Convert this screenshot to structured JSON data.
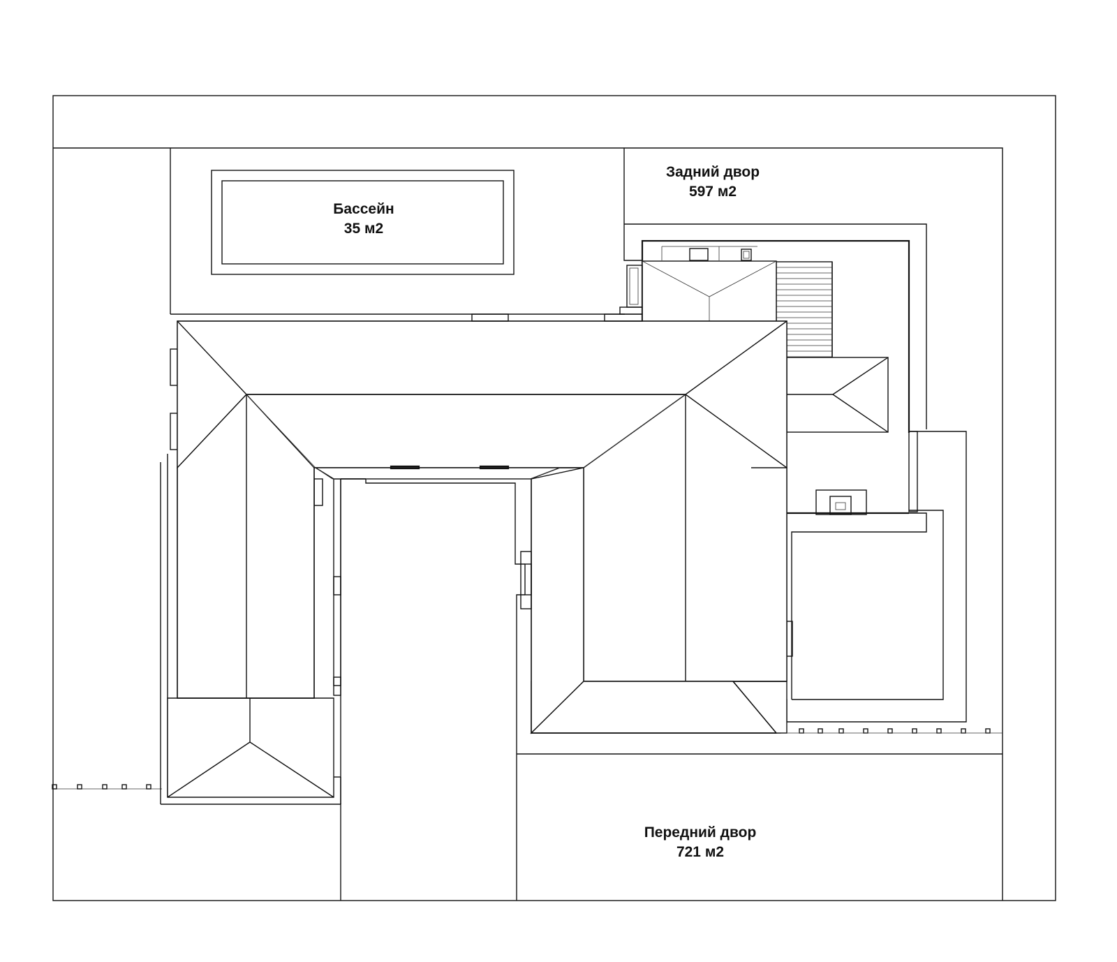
{
  "zones": {
    "pool": {
      "name": "Бассейн",
      "area": "35 м2"
    },
    "backyard": {
      "name": "Задний двор",
      "area": "597 м2"
    },
    "frontyard": {
      "name": "Передний двор",
      "area": "721 м2"
    }
  },
  "colors": {
    "line": "#111111",
    "background": "#ffffff"
  }
}
